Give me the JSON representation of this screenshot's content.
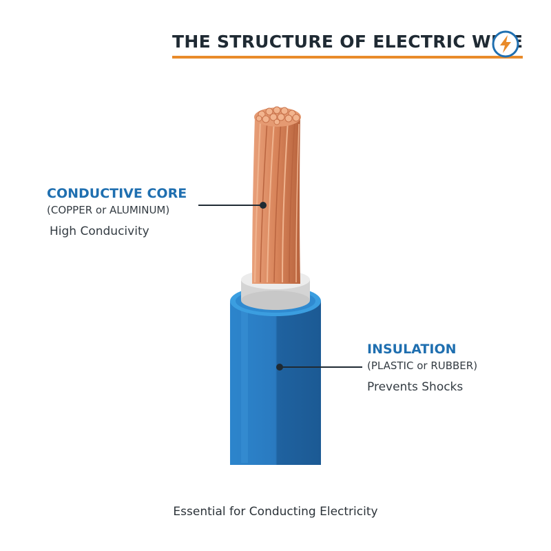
{
  "title": "THE STRUCTURE OF ELECTRIC WIRE",
  "icons": {
    "title_icon": "lightning-bolt-icon"
  },
  "colors": {
    "accent": "#e98b2a",
    "label_blue": "#1f6fb0",
    "copper": "#d9825a",
    "insulation": "#2a7fc4",
    "inner_ring": "#dcdcdc"
  },
  "core": {
    "heading": "CONDUCTIVE CORE",
    "material": "(COPPER or ALUMINUM)",
    "property": "High Conducivity"
  },
  "insulation": {
    "heading": "INSULATION",
    "material": "(PLASTIC or RUBBER)",
    "property": "Prevents Shocks"
  },
  "footer": "Essential for Conducting Electricity"
}
